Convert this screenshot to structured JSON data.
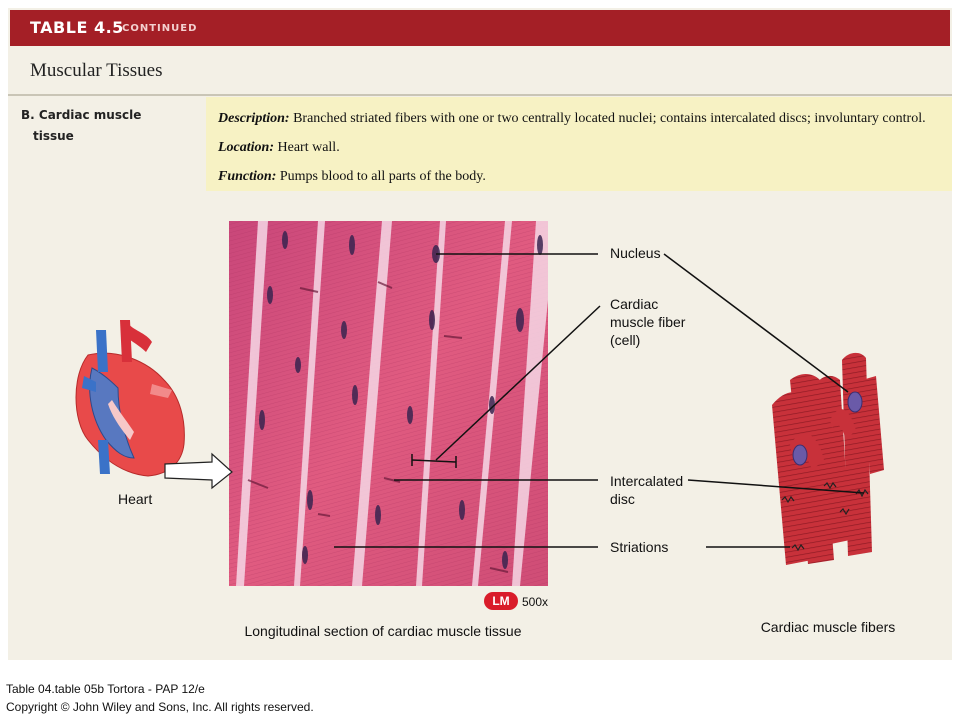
{
  "banner": {
    "table_label": "TABLE 4.5",
    "continued": "CONTINUED"
  },
  "section_title": "Muscular Tissues",
  "subsection": {
    "line1": "B. Cardiac muscle",
    "line2": "tissue"
  },
  "description": {
    "desc_label": "Description:",
    "desc_text": " Branched striated fibers with one or two centrally located nuclei; contains intercalated discs; involuntary control.",
    "loc_label": "Location:",
    "loc_text": " Heart wall.",
    "func_label": "Function:",
    "func_text": " Pumps blood to all parts of the body."
  },
  "figure": {
    "heart_label": "Heart",
    "nucleus_label": "Nucleus",
    "fiber_label_1": "Cardiac",
    "fiber_label_2": "muscle fiber",
    "fiber_label_3": "(cell)",
    "disc_label_1": "Intercalated",
    "disc_label_2": "disc",
    "striations_label": "Striations",
    "lm_badge": "LM",
    "magnification": "500x",
    "micrograph_caption": "Longitudinal section of cardiac muscle tissue",
    "fibers_caption": "Cardiac muscle fibers"
  },
  "footer": {
    "line1": "Table 04.table 05b  Tortora - PAP 12/e",
    "line2": "Copyright © John Wiley and Sons, Inc. All rights reserved."
  },
  "colors": {
    "banner": "#a41f26",
    "background": "#f3f0e6",
    "description_box": "#f7f2c4",
    "tissue": "#d9507a",
    "lm_badge": "#d91c2a"
  }
}
